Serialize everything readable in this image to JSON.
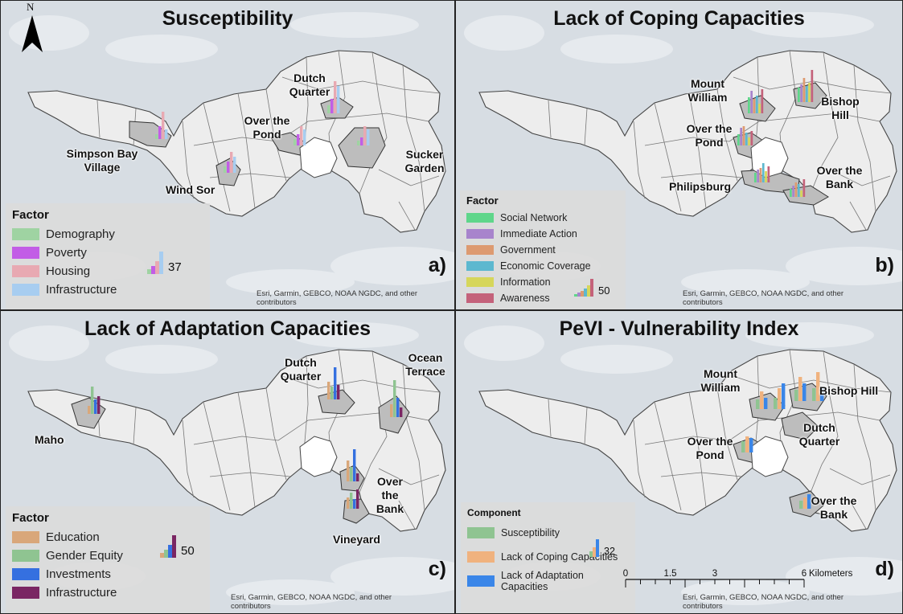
{
  "panels": [
    {
      "title": "Susceptibility",
      "letter": "a)",
      "attribution": "Esri, Garmin, GEBCO, NOAA NGDC, and other contributors",
      "north": "N",
      "places": [
        "Dutch Quarter",
        "Over the Pond",
        "Simpson Bay Village",
        "Sucker Garden",
        "Wind Sor"
      ],
      "legend": {
        "title": "Factor",
        "items": [
          "Demography",
          "Poverty",
          "Housing",
          "Infrastructure"
        ],
        "colors": [
          "#9fd3a2",
          "#c25de6",
          "#e8a9b2",
          "#a7cdf0"
        ],
        "max": "37"
      }
    },
    {
      "title": "Lack of Coping Capacities",
      "letter": "b)",
      "attribution": "Esri, Garmin, GEBCO, NOAA NGDC, and other contributors",
      "places": [
        "Mount William",
        "Bishop Hill",
        "Over the Pond",
        "Philipsburg",
        "Over the Bank"
      ],
      "legend": {
        "title": "Factor",
        "items": [
          "Social Network",
          "Immediate Action",
          "Government",
          "Economic Coverage",
          "Information",
          "Awareness"
        ],
        "colors": [
          "#5fd68a",
          "#a884cc",
          "#dd9a70",
          "#5db8cf",
          "#d6d65a",
          "#c4627a"
        ],
        "max": "50"
      }
    },
    {
      "title": "Lack of Adaptation Capacities",
      "letter": "c)",
      "attribution": "Esri, Garmin, GEBCO, NOAA NGDC, and other contributors",
      "places": [
        "Dutch Quarter",
        "Ocean Terrace",
        "Maho",
        "Over the Bank",
        "Vineyard"
      ],
      "legend": {
        "title": "Factor",
        "items": [
          "Education",
          "Gender Equity",
          "Investments",
          "Infrastructure"
        ],
        "colors": [
          "#d9a77a",
          "#8fc491",
          "#3570e0",
          "#7a2663"
        ],
        "max": "50"
      }
    },
    {
      "title": "PeVI - Vulnerability Index",
      "letter": "d)",
      "attribution": "Esri, Garmin, GEBCO, NOAA NGDC, and other contributors",
      "places": [
        "Mount William",
        "Bishop Hill",
        "Dutch Quarter",
        "Over the Pond",
        "Over the Bank"
      ],
      "legend": {
        "title": "Component",
        "items": [
          "Susceptibility",
          "Lack of Coping Capacities",
          "Lack of Adaptation Capacities"
        ],
        "colors": [
          "#8fc491",
          "#f0b27e",
          "#3a86e8"
        ],
        "max": "32"
      },
      "scale": {
        "ticks": [
          "0",
          "1.5",
          "3",
          "6"
        ],
        "unit": "Kilometers"
      }
    }
  ]
}
